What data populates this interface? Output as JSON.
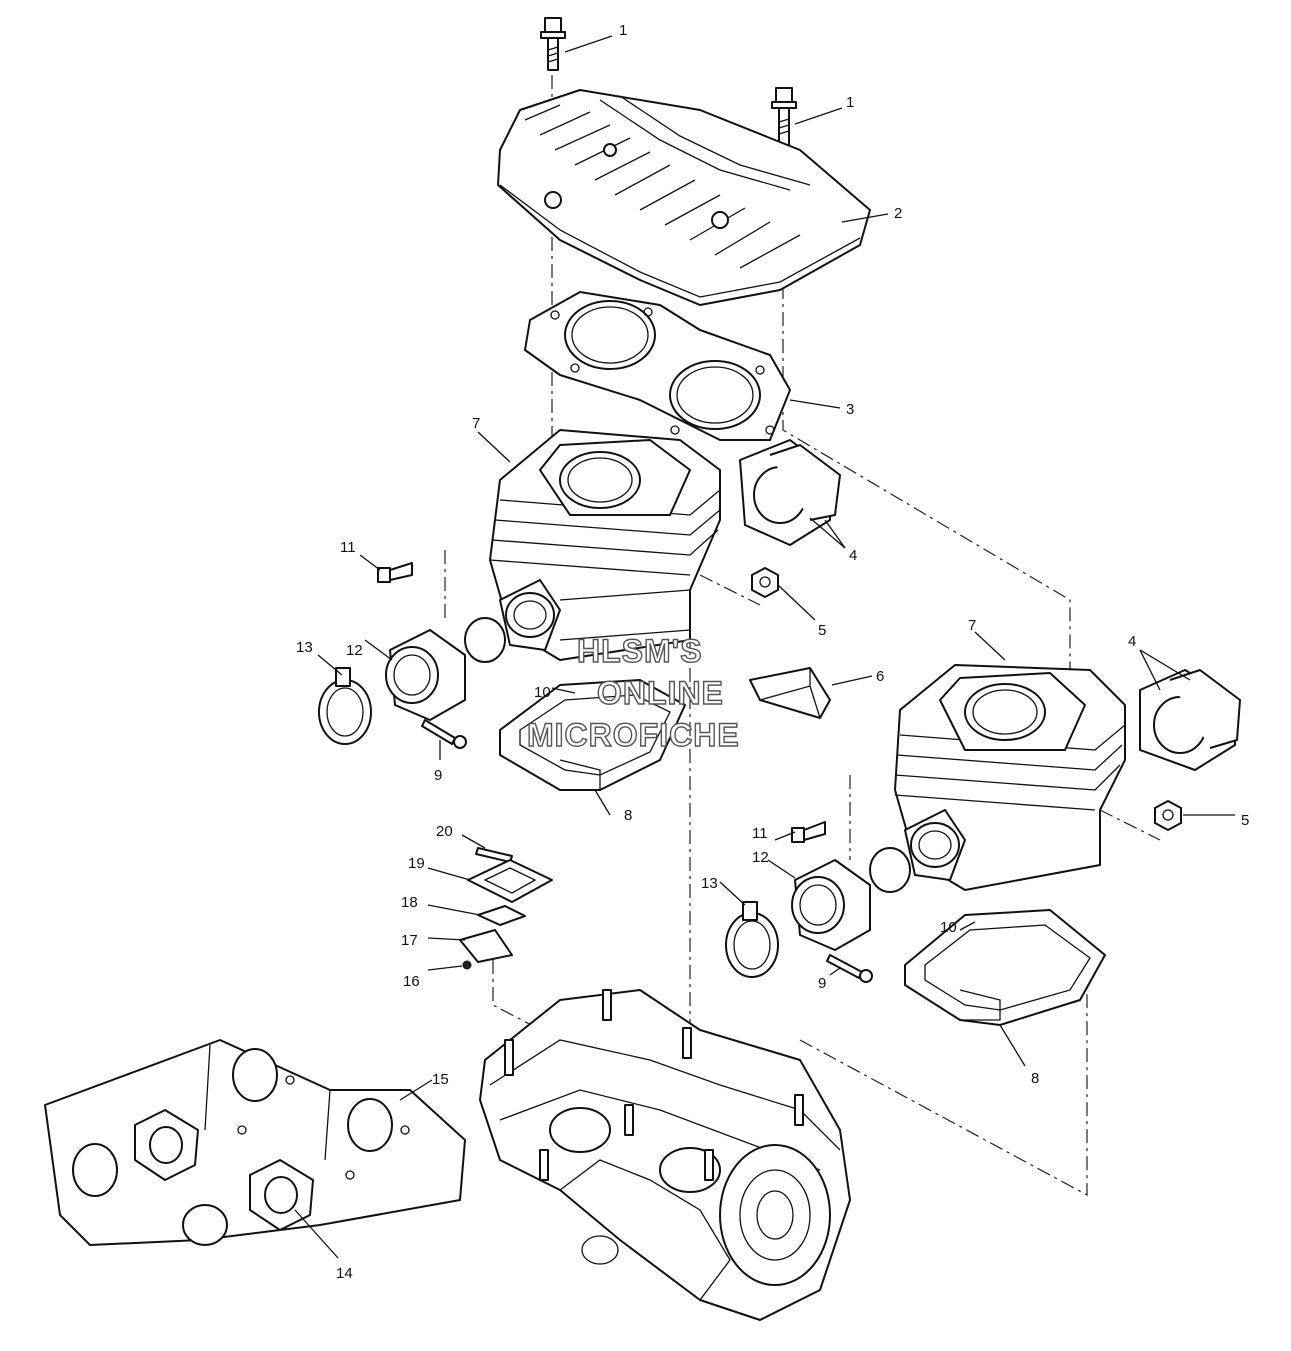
{
  "watermark": {
    "line1": "HLSM'S",
    "line2": "ONLINE",
    "line3": "MICROFICHE"
  },
  "callouts": [
    {
      "id": "c1a",
      "label": "1"
    },
    {
      "id": "c1b",
      "label": "1"
    },
    {
      "id": "c2",
      "label": "2"
    },
    {
      "id": "c3",
      "label": "3"
    },
    {
      "id": "c7a",
      "label": "7"
    },
    {
      "id": "c4a",
      "label": "4"
    },
    {
      "id": "c11a",
      "label": "11"
    },
    {
      "id": "c5a",
      "label": "5"
    },
    {
      "id": "c12a",
      "label": "12"
    },
    {
      "id": "c13a",
      "label": "13"
    },
    {
      "id": "c10a",
      "label": "10"
    },
    {
      "id": "c6",
      "label": "6"
    },
    {
      "id": "c7b",
      "label": "7"
    },
    {
      "id": "c4b",
      "label": "4"
    },
    {
      "id": "c9a",
      "label": "9"
    },
    {
      "id": "c8a",
      "label": "8"
    },
    {
      "id": "c11b",
      "label": "11"
    },
    {
      "id": "c5b",
      "label": "5"
    },
    {
      "id": "c20",
      "label": "20"
    },
    {
      "id": "c19",
      "label": "19"
    },
    {
      "id": "c12b",
      "label": "12"
    },
    {
      "id": "c18",
      "label": "18"
    },
    {
      "id": "c13b",
      "label": "13"
    },
    {
      "id": "c17",
      "label": "17"
    },
    {
      "id": "c10b",
      "label": "10"
    },
    {
      "id": "c16",
      "label": "16"
    },
    {
      "id": "c9b",
      "label": "9"
    },
    {
      "id": "c8b",
      "label": "8"
    },
    {
      "id": "c15",
      "label": "15"
    },
    {
      "id": "c14",
      "label": "14"
    }
  ]
}
